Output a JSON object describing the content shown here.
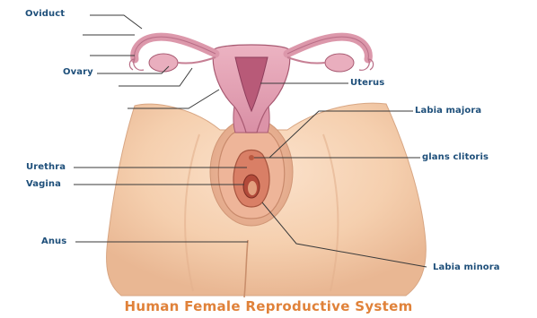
{
  "diagram": {
    "caption": "Human Female Reproductive System",
    "labels": {
      "oviduct": "Oviduct",
      "ovary": "Ovary",
      "uterus": "Uterus",
      "labia_majora": "Labia majora",
      "glans_clitoris": "glans clitoris",
      "urethra": "Urethra",
      "vagina": "Vagina",
      "anus": "Anus",
      "labia_minora": "Labia minora"
    }
  },
  "colors": {
    "label_text": "#1e4f7a",
    "leader_line": "#3a3a3a",
    "caption_text": "#e0823a",
    "skin": "#f7d3b4",
    "skin_shadow": "#e2b08e",
    "organ_pink": "#e5a3b4",
    "organ_dark": "#b85a78"
  }
}
